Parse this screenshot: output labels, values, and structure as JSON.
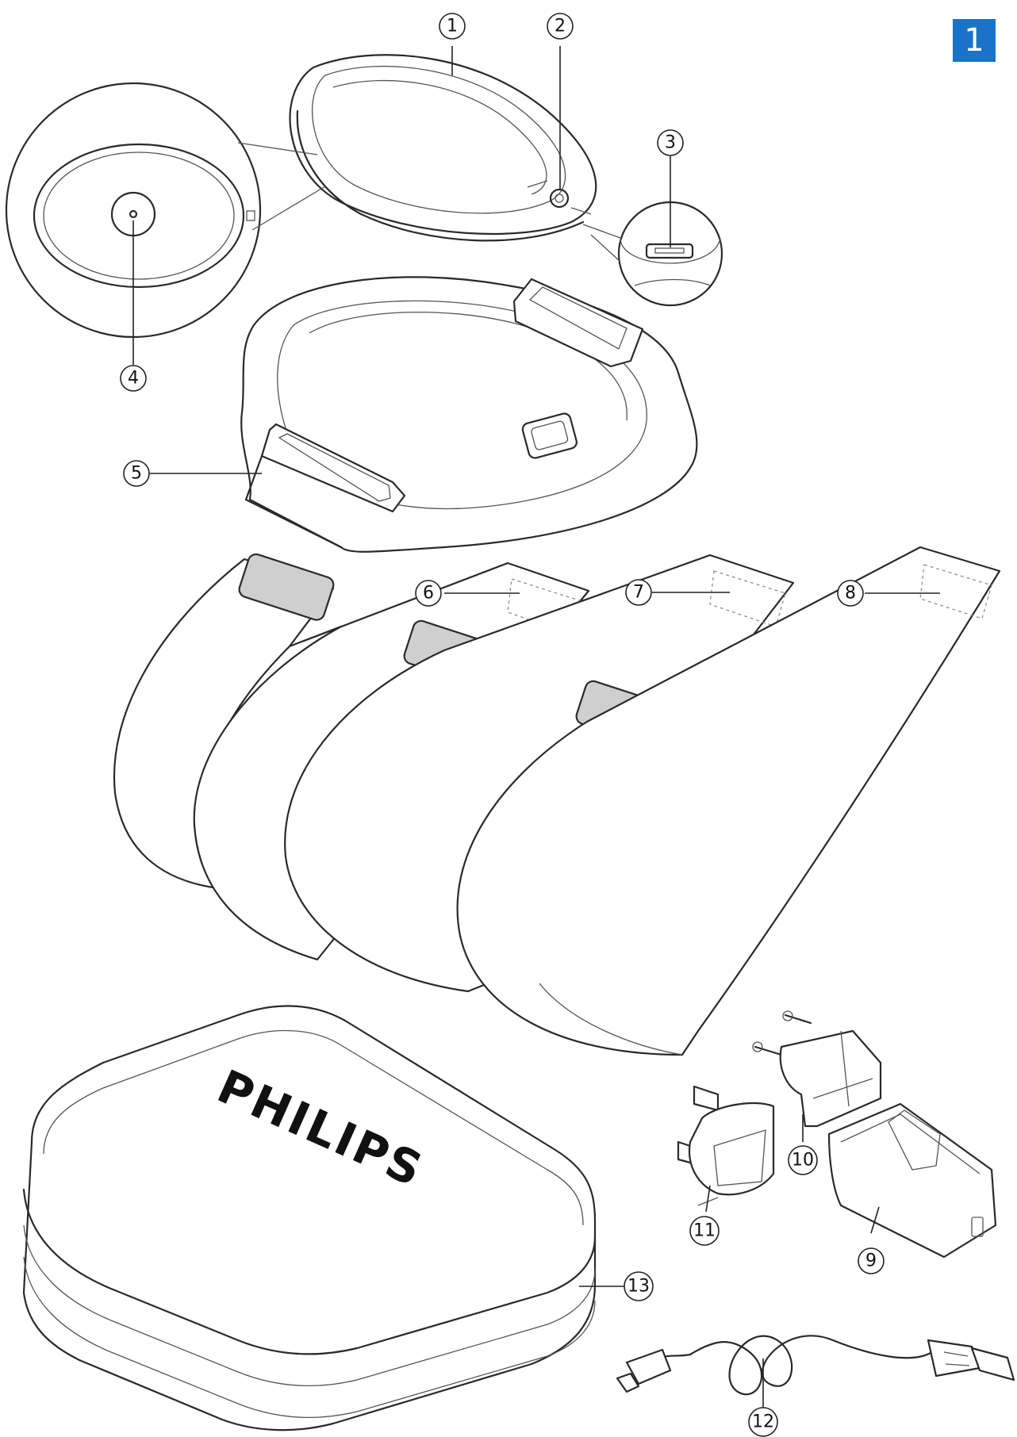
{
  "figure": {
    "number": "1",
    "badge_color": "#1a73c8"
  },
  "brand": {
    "logo_text": "PHILIPS"
  },
  "callouts": [
    "1",
    "2",
    "3",
    "4",
    "5",
    "6",
    "7",
    "8",
    "9",
    "10",
    "11",
    "12",
    "13"
  ]
}
